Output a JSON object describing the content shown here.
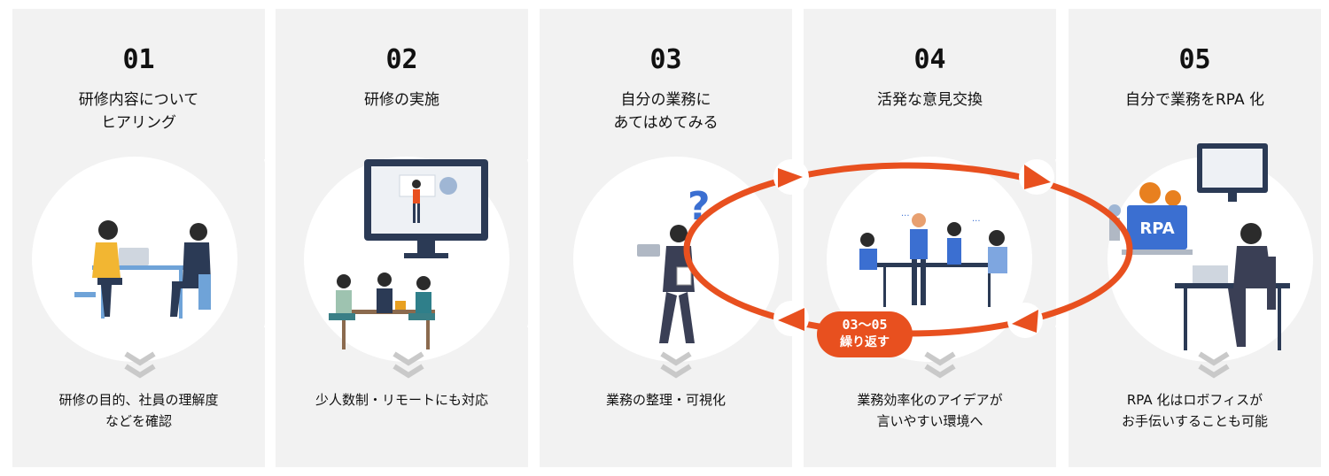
{
  "steps": [
    {
      "number": "01",
      "title": [
        "研修内容について",
        "ヒアリング"
      ],
      "description": [
        "研修の目的、社員の理解度",
        "などを確認"
      ]
    },
    {
      "number": "02",
      "title": [
        "研修の実施"
      ],
      "description": [
        "少人数制・リモートにも対応"
      ]
    },
    {
      "number": "03",
      "title": [
        "自分の業務に",
        "あてはめてみる"
      ],
      "description": [
        "業務の整理・可視化"
      ]
    },
    {
      "number": "04",
      "title": [
        "活発な意見交換"
      ],
      "description": [
        "業務効率化のアイデアが",
        "言いやすい環境へ"
      ]
    },
    {
      "number": "05",
      "title": [
        "自分で業務をRPA 化"
      ],
      "description": [
        "RPA 化はロボフィスが",
        "お手伝いすることも可能"
      ]
    }
  ],
  "loop_badge": {
    "range": "03〜05",
    "label": "繰り返す"
  },
  "illustration_text": {
    "rpa_screen": "RPA"
  },
  "colors": {
    "panel": "#f2f2f2",
    "accent": "#e8501f",
    "chevron": "#c9c9c9",
    "navy": "#2b3a55"
  }
}
